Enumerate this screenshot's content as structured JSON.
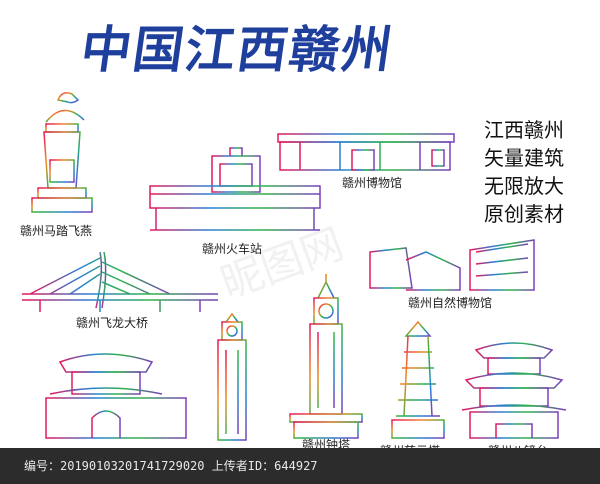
{
  "header": {
    "title": "中国江西赣州"
  },
  "promo": [
    "江西赣州",
    "矢量建筑",
    "无限放大",
    "原创素材"
  ],
  "landmarks": [
    {
      "label": "赣州马踏飞燕"
    },
    {
      "label": "赣州火车站"
    },
    {
      "label": "赣州博物馆"
    },
    {
      "label": "赣州飞龙大桥"
    },
    {
      "label": "赣州自然博物馆"
    },
    {
      "label": "赣州慈云塔"
    },
    {
      "label": "赣州八镜台"
    },
    {
      "label": "赣州钟塔"
    }
  ],
  "watermark": "昵图网",
  "footer": {
    "id_text": "编号：20190103201741729020 上传者ID：644927"
  },
  "colors": {
    "title": "#1f3f9c",
    "footer_bg": "#2c2c2c",
    "gradient": [
      "#e8175d",
      "#f08a24",
      "#2fb34a",
      "#2a7fd6",
      "#7b3fb9"
    ]
  }
}
